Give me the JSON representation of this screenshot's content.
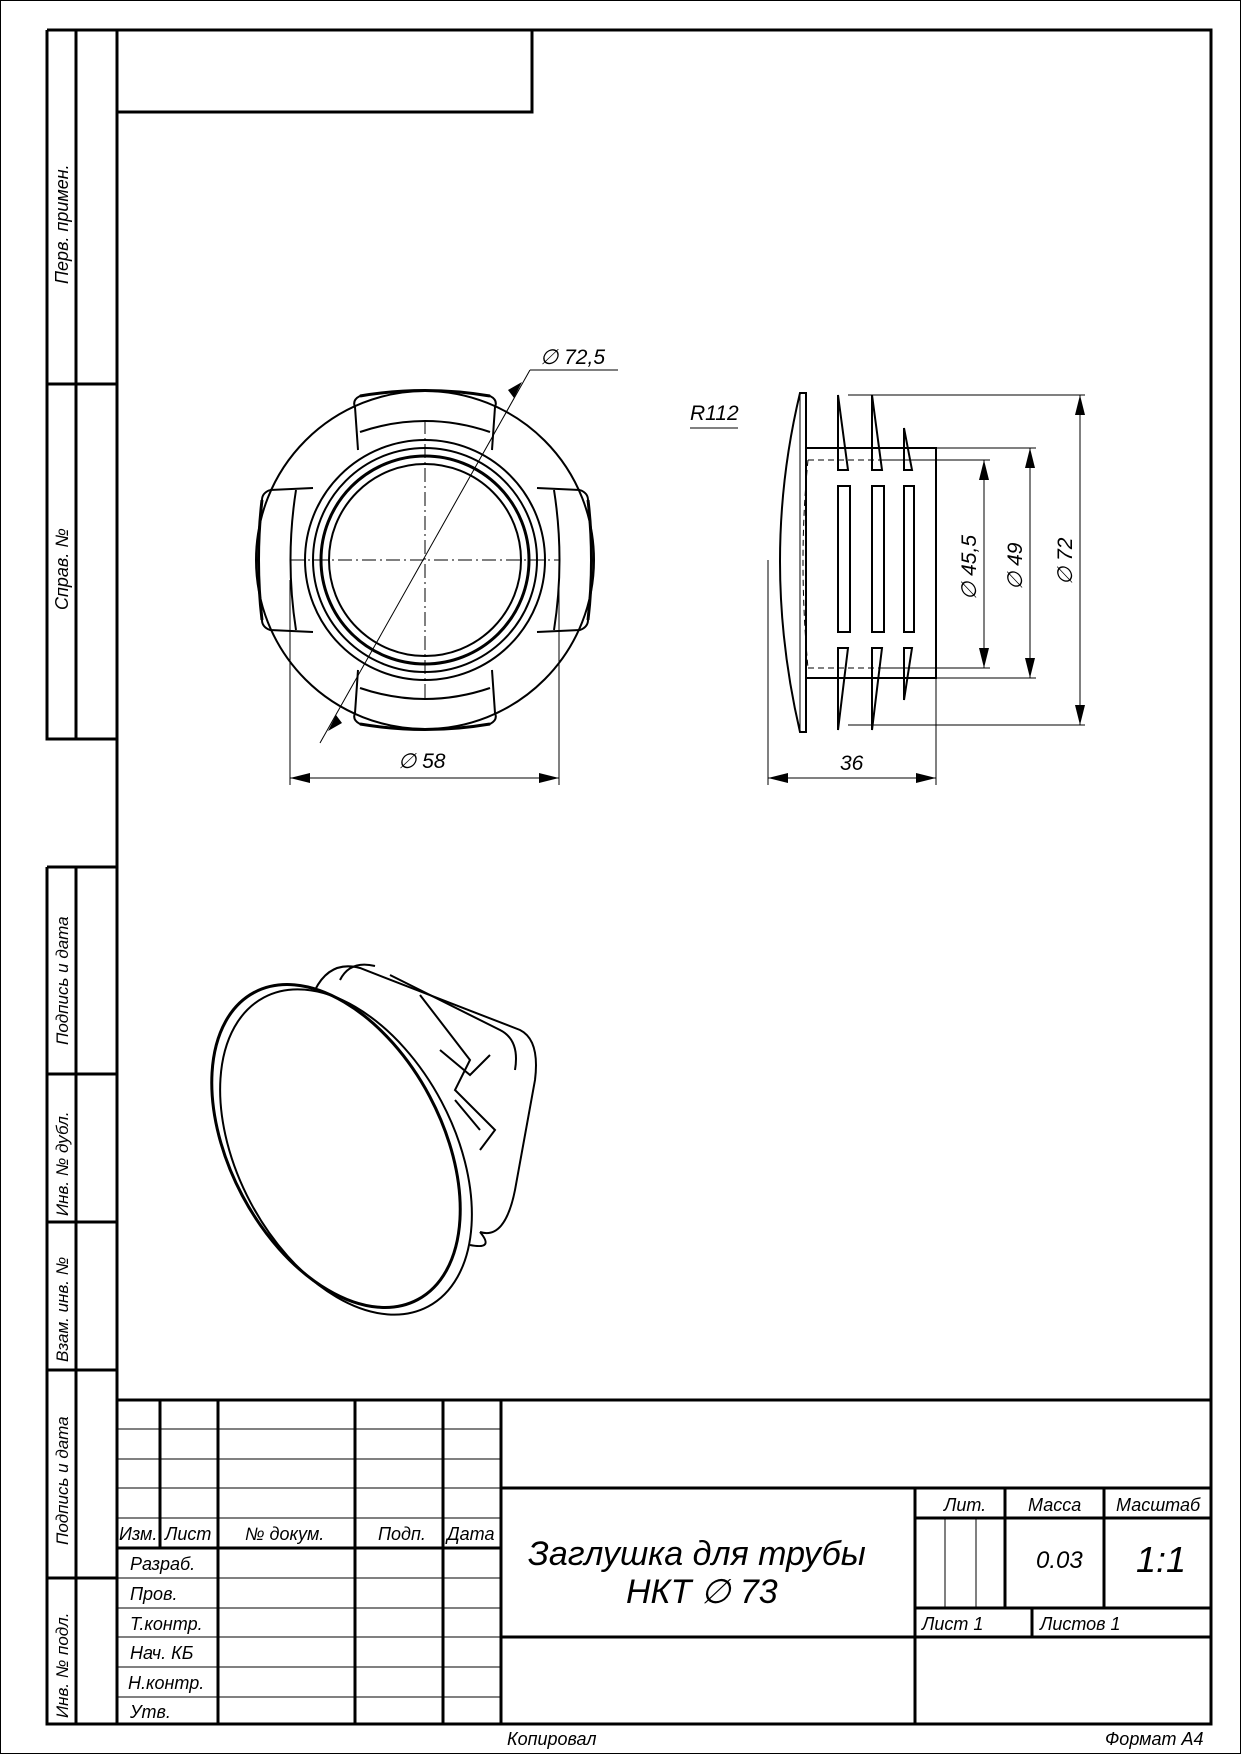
{
  "side_strip": {
    "perv_primen": "Перв. примен.",
    "sprav_no": "Справ. №",
    "podpis_data_1": "Подпись и дата",
    "inv_no_dubl": "Инв. № дубл.",
    "vzam_inv_no": "Взам. инв. №",
    "podpis_data_2": "Подпись и дата",
    "inv_no_podl": "Инв. № подл."
  },
  "dimensions": {
    "d72_5": "∅ 72,5",
    "d58": "∅ 58",
    "r112": "R112",
    "d45_5": "∅ 45,5",
    "d49": "∅ 49",
    "d72": "∅ 72",
    "len36": "36"
  },
  "title_block": {
    "headers": {
      "izm": "Изм.",
      "list": "Лист",
      "no_dokum": "№ докум.",
      "podp": "Подп.",
      "data": "Дата"
    },
    "roles": [
      "Разраб.",
      "Пров.",
      "Т.контр.",
      "Нач. КБ",
      "Н.контр.",
      "Утв."
    ],
    "title_line1": "Заглушка для трубы",
    "title_line2": "НКТ ∅ 73",
    "lit_label": "Лит.",
    "mass_label": "Масса",
    "scale_label": "Масштаб",
    "mass_value": "0.03",
    "scale_value": "1:1",
    "sheet": "Лист 1",
    "sheets": "Листов 1"
  },
  "footer": {
    "copied": "Копировал",
    "format": "Формат А4"
  }
}
